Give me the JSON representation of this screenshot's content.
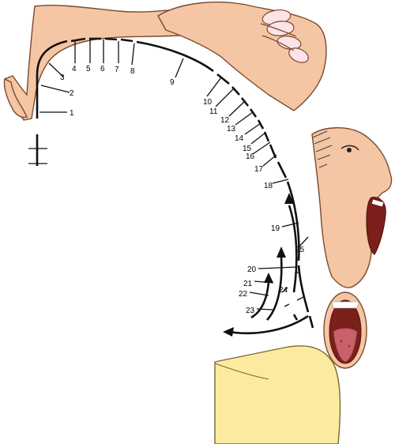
{
  "labels": [
    "1",
    "2",
    "3",
    "4",
    "5",
    "6",
    "7",
    "8",
    "9",
    "10",
    "11",
    "12",
    "13",
    "14",
    "15",
    "16",
    "17",
    "18",
    "19",
    "20",
    "21",
    "22",
    "23",
    "24",
    "25"
  ],
  "colors": {
    "skin": "#f5c6a4",
    "skin_outline": "#7a4a2e",
    "nail": "#fbe3e8",
    "mouth_interior": "#7a1f1a",
    "tongue": "#c9606a",
    "teeth": "#ffffff",
    "stool_cushion": "#fbeaa0",
    "line": "#111111"
  },
  "icons": {
    "hand": "hand-illustration",
    "baby": "infant-illustration",
    "face": "screaming-face-illustration",
    "mouth": "open-mouth-illustration",
    "cushion": "cushion-illustration"
  }
}
